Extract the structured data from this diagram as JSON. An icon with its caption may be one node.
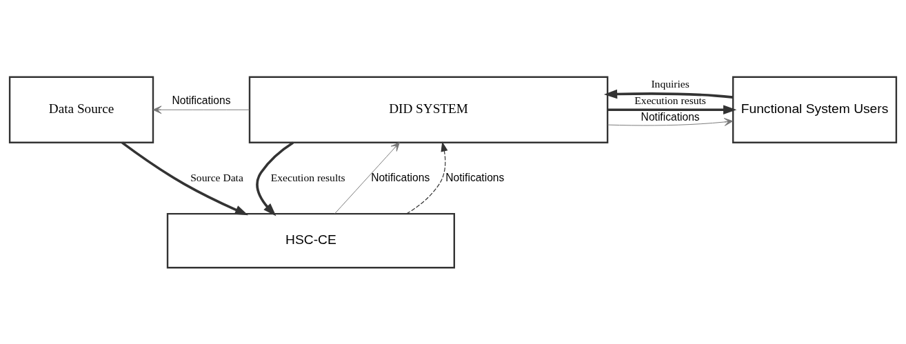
{
  "diagram": {
    "nodes": [
      {
        "text": [
          "Data Source"
        ]
      },
      {
        "text": [
          "DID SYSTEM"
        ]
      },
      {
        "text": [
          "Functional System Users"
        ]
      },
      {
        "text": [
          "HSC-CE"
        ]
      }
    ],
    "edges": [
      {
        "from": 0,
        "to": 3,
        "arrow": "to",
        "label": "Source Data",
        "style": "thick"
      },
      {
        "from": 1,
        "to": 0,
        "arrow": "to",
        "label": "Notifications"
      },
      {
        "from": 2,
        "to": 1,
        "arrow": "to",
        "label": "Inquiries",
        "style": "thick"
      },
      {
        "from": 1,
        "to": 2,
        "arrow": "to",
        "label": "Execution resuts",
        "style": "thick"
      },
      {
        "from": 1,
        "to": 2,
        "arrow": "to",
        "label": "Notifications"
      },
      {
        "from": 3,
        "to": 1,
        "arrow": "to",
        "label": "Notifications"
      },
      {
        "from": 1,
        "to": 3,
        "arrow": "to",
        "label": "Execution results",
        "style": "thick"
      },
      {
        "from": 3,
        "to": 1,
        "arrow": "to",
        "label": "Notifications",
        "style": "dashed"
      }
    ]
  }
}
